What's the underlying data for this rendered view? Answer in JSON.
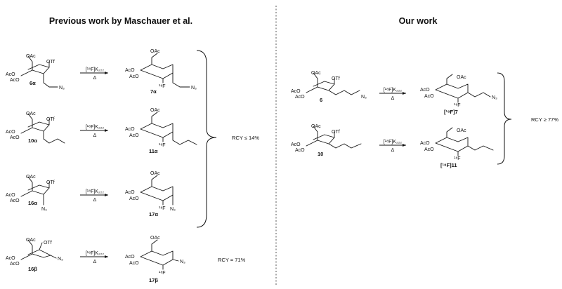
{
  "headings": {
    "left": "Previous work by Maschauer et al.",
    "right": "Our work"
  },
  "reagent": {
    "top": "[¹⁸F]K₂₂₂",
    "bottom": "Δ"
  },
  "labels": {
    "oac": "OAc",
    "otf": "OTf",
    "aco": "AcO",
    "f18": "¹⁸F",
    "n3": "N₃"
  },
  "compounds": {
    "s6a": "6α",
    "p7a": "7α",
    "s10a": "10α",
    "p11a": "11α",
    "s16a": "16α",
    "p17a": "17α",
    "s16b": "16β",
    "p17b": "17β",
    "s6": "6",
    "p7": "[¹⁸F]7",
    "s10": "10",
    "p11": "[¹⁸F]11"
  },
  "rcy": {
    "left_group": "RCY ≤ 14%",
    "left_single": "RCY = 71%",
    "right_group": "RCY ≥ 77%"
  }
}
